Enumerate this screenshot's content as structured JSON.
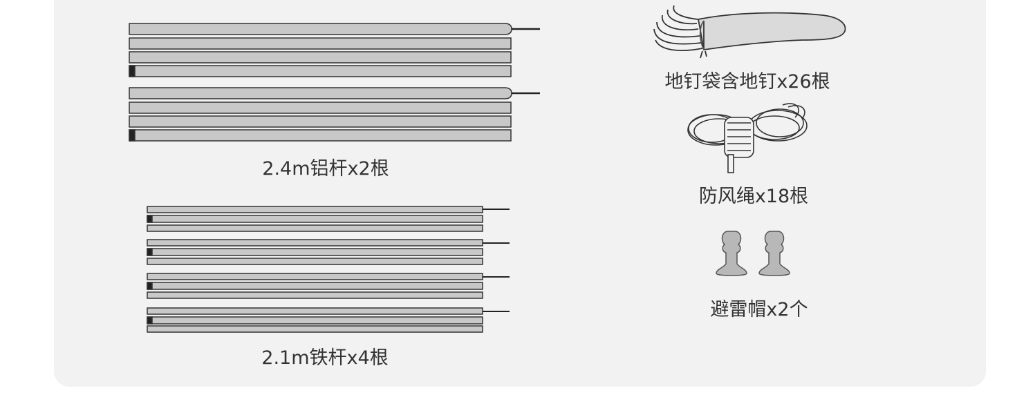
{
  "items": [
    {
      "id": "aluminum-poles",
      "label": "2.4m铝杆x2根"
    },
    {
      "id": "iron-poles",
      "label": "2.1m铁杆x4根"
    },
    {
      "id": "stake-bag",
      "label": "地钉袋含地钉x26根"
    },
    {
      "id": "guy-ropes",
      "label": "防风绳x18根"
    },
    {
      "id": "lightning-caps",
      "label": "避雷帽x2个"
    }
  ],
  "colors": {
    "panel_bg": "#f2f2f2",
    "pole_fill": "#c8c8c8",
    "outline": "#333333",
    "text": "#333333",
    "cap_fill": "#b8b8b8"
  }
}
